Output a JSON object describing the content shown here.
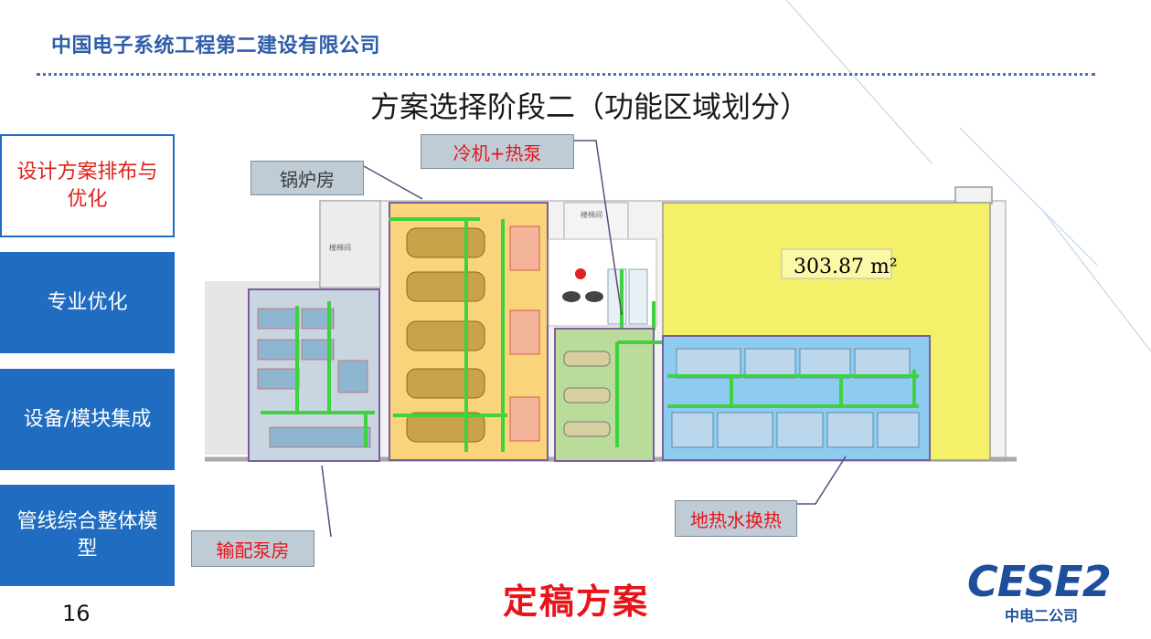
{
  "header": {
    "company": "中国电子系统工程第二建设有限公司",
    "title": "方案选择阶段二（功能区域划分）"
  },
  "sidebar": {
    "items": [
      {
        "label": "设计方案排布与优化",
        "active": true
      },
      {
        "label": "专业优化",
        "active": false
      },
      {
        "label": "设备/模块集成",
        "active": false
      },
      {
        "label": "管线综合整体模型",
        "active": false
      }
    ]
  },
  "plan": {
    "callouts": {
      "boiler_room": "锅炉房",
      "chiller_heatpump": "冷机+热泵",
      "pump_room": "输配泵房",
      "geothermal": "地热水换热"
    },
    "area": "303.87 m²",
    "stair_label": "楼梯间",
    "zone_colors": {
      "boiler": "#f9d47a",
      "chiller": "#b9dc9a",
      "geothermal": "#8ecbf0",
      "yellow_area": "#f5f06a",
      "pump_room": "#c9d6e1"
    }
  },
  "footer": {
    "page_number": "16",
    "final_plan": "定稿方案",
    "logo_text": "CESE2",
    "logo_subtitle": "中电二公司"
  }
}
